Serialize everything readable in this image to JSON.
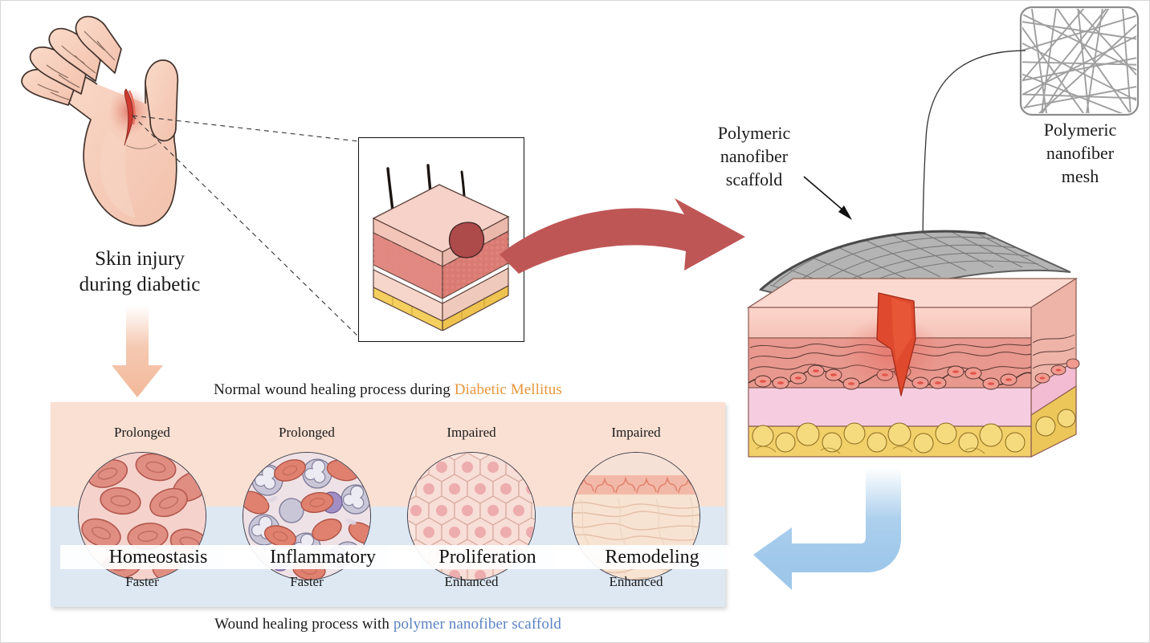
{
  "figure": {
    "title": "Wound healing with polymeric nanofiber scaffold",
    "background": "#ffffff"
  },
  "labels": {
    "hand": "Skin injury\nduring diabetic",
    "hand_line1": "Skin injury",
    "hand_line2": "during diabetic",
    "scaffold_line1": "Polymeric",
    "scaffold_line2": "nanofiber",
    "scaffold_line3": "scaffold",
    "mesh_line1": "Polymeric",
    "mesh_line2": "nanofiber",
    "mesh_line3": "mesh"
  },
  "panel": {
    "title_plain": "Normal wound healing process during ",
    "title_accent": "Diabetic Mellitus",
    "caption_plain": "Wound healing process with ",
    "caption_accent": "polymer nanofiber scaffold",
    "top_band_color": "#fae0d2",
    "bottom_band_color": "#dde8f3",
    "accent_top_color": "#e8963c",
    "accent_bottom_color": "#5b82c4",
    "stages": [
      {
        "name": "Homeostasis",
        "top": "Prolonged",
        "bottom": "Faster",
        "art": "red-blood-cells"
      },
      {
        "name": "Inflammatory",
        "top": "Prolonged",
        "bottom": "Faster",
        "art": "immune-cells"
      },
      {
        "name": "Proliferation",
        "top": "Impaired",
        "bottom": "Enhanced",
        "art": "epithelial-cells"
      },
      {
        "name": "Remodeling",
        "top": "Impaired",
        "bottom": "Enhanced",
        "art": "collagen-fibers"
      }
    ]
  },
  "arrows": {
    "down_arrow_color": "#f3bfa3",
    "curved_arrow_color": "#bf5656",
    "blue_arrow_color": "#9ec7ea",
    "pointer_arrow_color": "#111111"
  },
  "colors": {
    "epidermis": "#f9ccc2",
    "dermis": "#e8948c",
    "hypodermis": "#f4c9d8",
    "fat": "#f2d06a",
    "wound": "#df4a2e",
    "mesh_gray": "#9a9a9a",
    "scaffold_gray": "#a6a6a6"
  }
}
